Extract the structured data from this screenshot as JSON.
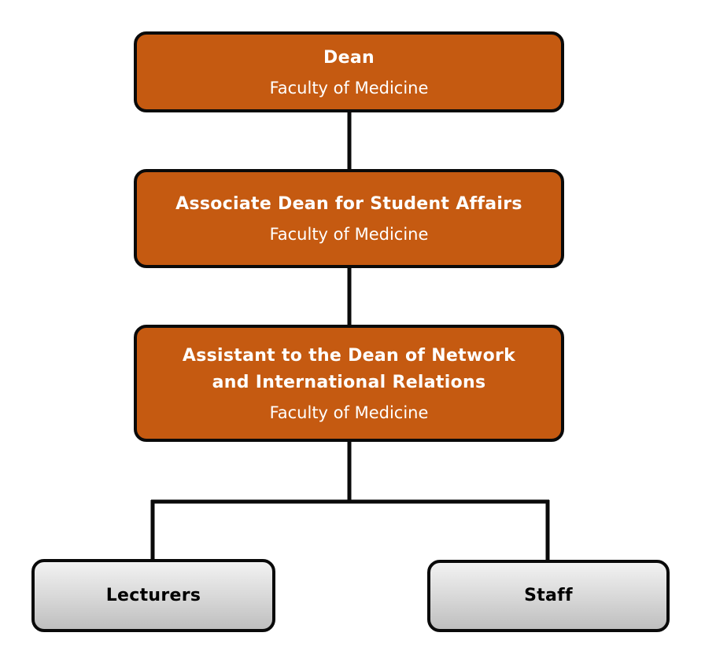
{
  "diagram": {
    "nodes": {
      "dean": {
        "title": "Dean",
        "subtitle": "Faculty of Medicine"
      },
      "associate_dean": {
        "title": "Associate Dean for Student Affairs",
        "subtitle": "Faculty of Medicine"
      },
      "assistant_dean": {
        "title_line1": "Assistant to the Dean of Network",
        "title_line2": "and International Relations",
        "subtitle": "Faculty of Medicine"
      },
      "lecturers": {
        "title": "Lecturers"
      },
      "staff": {
        "title": "Staff"
      }
    },
    "edges": [
      {
        "from": "dean",
        "to": "associate_dean"
      },
      {
        "from": "associate_dean",
        "to": "assistant_dean"
      },
      {
        "from": "assistant_dean",
        "to": "lecturers"
      },
      {
        "from": "assistant_dean",
        "to": "staff"
      }
    ],
    "colors": {
      "primary_box": "#c55a11",
      "secondary_box": "#d9d9d9",
      "border": "#0a0a0a",
      "connector": "#0a0a0a"
    }
  }
}
